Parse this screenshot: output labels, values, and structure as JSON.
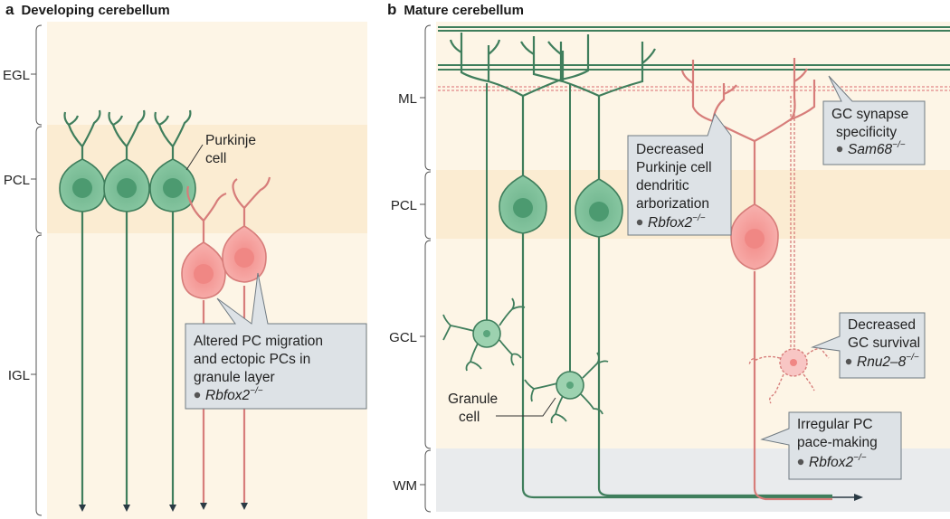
{
  "panel_a": {
    "letter": "a",
    "title": "Developing cerebellum",
    "layers": [
      "EGL",
      "PCL",
      "IGL"
    ],
    "cell_label": [
      "Purkinje",
      "cell"
    ],
    "callout": {
      "lines": [
        "Altered PC migration",
        "and ectopic PCs in",
        "granule layer"
      ],
      "gene": "Rbfox2",
      "gene_sup": "−/−"
    }
  },
  "panel_b": {
    "letter": "b",
    "title": "Mature cerebellum",
    "layers": [
      "ML",
      "PCL",
      "GCL",
      "WM"
    ],
    "cell_label": [
      "Granule",
      "cell"
    ],
    "callouts": [
      {
        "id": "arbor",
        "lines": [
          "Decreased",
          "Purkinje cell",
          "dendritic",
          "arborization"
        ],
        "gene": "Rbfox2",
        "gene_sup": "−/−"
      },
      {
        "id": "synapse",
        "lines": [
          "GC synapse",
          "specificity"
        ],
        "gene": "Sam68",
        "gene_sup": "−/−"
      },
      {
        "id": "survival",
        "lines": [
          "Decreased",
          "GC survival"
        ],
        "gene": "Rnu2–8",
        "gene_sup": "−/−"
      },
      {
        "id": "pacemaking",
        "lines": [
          "Irregular PC",
          "pace-making"
        ],
        "gene": "Rbfox2",
        "gene_sup": "−/−"
      }
    ]
  },
  "colors": {
    "green_fill": "#7fbf9a",
    "green_stroke": "#3f7e5c",
    "pink_fill": "#f3a9a6",
    "pink_stroke": "#d77d7a",
    "layer_light": "#fdf5e6",
    "layer_dark": "#fbecd2",
    "white_matter": "#e9ebed",
    "callout_fill": "#dde2e6"
  }
}
